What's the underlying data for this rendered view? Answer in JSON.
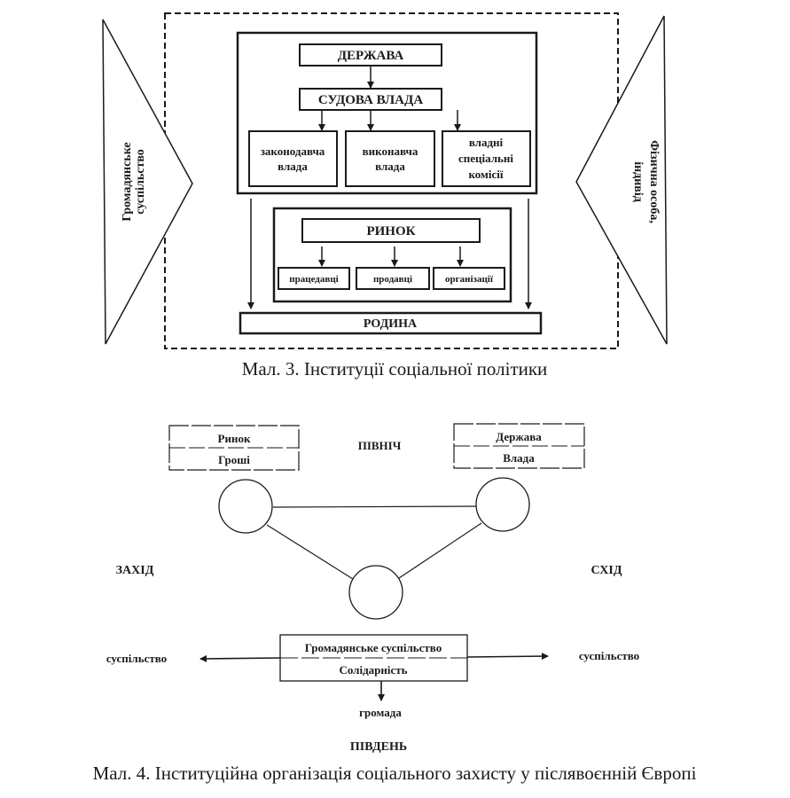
{
  "figure3": {
    "left_triangle_label": [
      "Громадянське",
      "суспільство"
    ],
    "right_triangle_label": [
      "Фізична особа,",
      "індивід"
    ],
    "state": "ДЕРЖАВА",
    "judicial": "СУДОВА ВЛАДА",
    "branches": [
      [
        "законодавча",
        "влада"
      ],
      [
        "виконавча",
        "влада"
      ],
      [
        "владні",
        "спеціальні",
        "комісії"
      ]
    ],
    "market": "РИНОК",
    "market_members": [
      "працедавці",
      "продавці",
      "організації"
    ],
    "family": "РОДИНА",
    "caption": "Мал. 3. Інституції соціальної політики"
  },
  "figure4": {
    "north": "ПІВНІЧ",
    "south": "ПІВДЕНЬ",
    "west": "ЗАХІД",
    "east": "СХІД",
    "left_box": [
      "Ринок",
      "Гроші"
    ],
    "right_box": [
      "Держава",
      "Влада"
    ],
    "bottom_box": [
      "Громадянське суспільство",
      "Солідарність"
    ],
    "left_arrow_label": "суспільство",
    "right_arrow_label": "суспільство",
    "down_arrow_label": "громада",
    "caption": "Мал. 4. Інституційна організація соціального захисту у післявоєнній Європі"
  }
}
